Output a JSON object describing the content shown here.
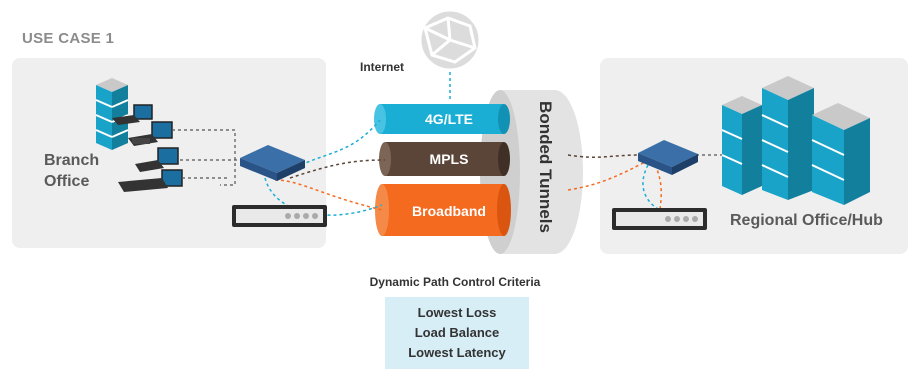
{
  "heading": "USE CASE 1",
  "branch": {
    "line1": "Branch",
    "line2": "Office"
  },
  "regional": "Regional Office/Hub",
  "internet": "Internet",
  "tunnels": {
    "lte": "4G/LTE",
    "mpls": "MPLS",
    "broadband": "Broadband"
  },
  "bonded": "Bonded Tunnels",
  "criteria": {
    "title": "Dynamic Path Control Criteria",
    "items": [
      "Lowest Loss",
      "Load Balance",
      "Lowest Latency"
    ]
  },
  "colors": {
    "lte": "#1aaed4",
    "mpls": "#5b4538",
    "broadband": "#f46a1f",
    "panel": "#efefef",
    "criteria_bg": "#d7eef7"
  },
  "icons": [
    "cloud-globe-icon",
    "server-stack-icon",
    "desktop-computer-icon",
    "network-switch-icon",
    "appliance-icon",
    "building-icon"
  ]
}
